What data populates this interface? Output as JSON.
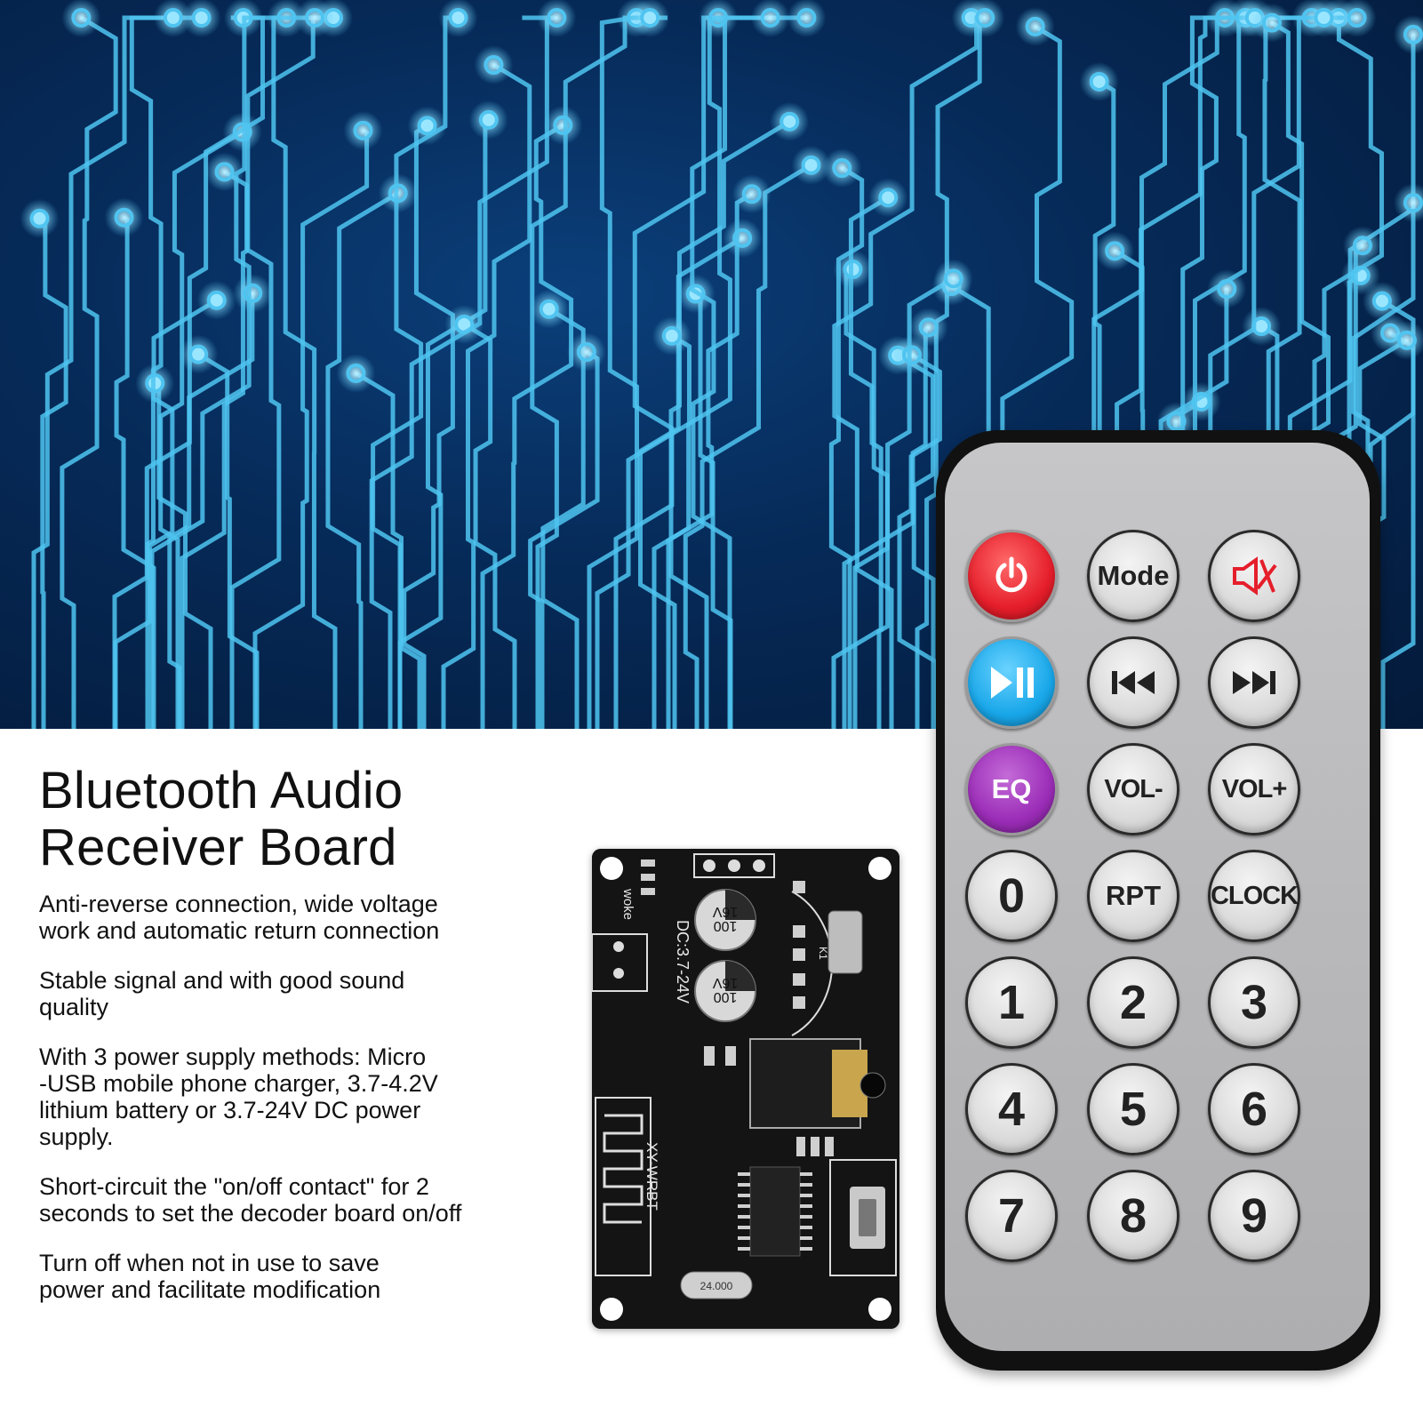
{
  "product": {
    "title": "Bluetooth Audio\nReceiver Board",
    "features": [
      "Anti-reverse connection, wide voltage\nwork and automatic return connection",
      "Stable signal and with good sound\nquality",
      "With 3 power supply methods: Micro\n-USB mobile phone charger, 3.7-4.2V\nlithium battery or 3.7-24V DC power\nsupply.",
      "Short-circuit the \"on/off contact\" for 2\nseconds to set the decoder board on/off",
      "Turn off when not in use to save\npower and facilitate modification"
    ]
  },
  "board": {
    "model_label": "XY-WRBT",
    "dc_label": "DC:3.7-24V",
    "woke_label": "woke",
    "crystal_label": "24.000",
    "cap_label_1": "100\n16V",
    "cap_label_2": "100\n16V",
    "switch_label": "K1"
  },
  "remote": {
    "buttons": {
      "power_icon": "power-icon",
      "mode": "Mode",
      "mute_icon": "mute-icon",
      "play_pause_icon": "play-pause-icon",
      "prev_icon": "previous-track-icon",
      "next_icon": "next-track-icon",
      "eq": "EQ",
      "vol_down": "VOL-",
      "vol_up": "VOL+",
      "zero": "0",
      "rpt": "RPT",
      "clock": "CLOCK",
      "one": "1",
      "two": "2",
      "three": "3",
      "four": "4",
      "five": "5",
      "six": "6",
      "seven": "7",
      "eight": "8",
      "nine": "9"
    }
  },
  "colors": {
    "hero_background": "#062a58",
    "circuit_trace": "#4fc4f0",
    "power_button": "#e51e2b",
    "play_button": "#19a7e9",
    "eq_button": "#9b2db7",
    "remote_body": "#bdbdbf"
  }
}
